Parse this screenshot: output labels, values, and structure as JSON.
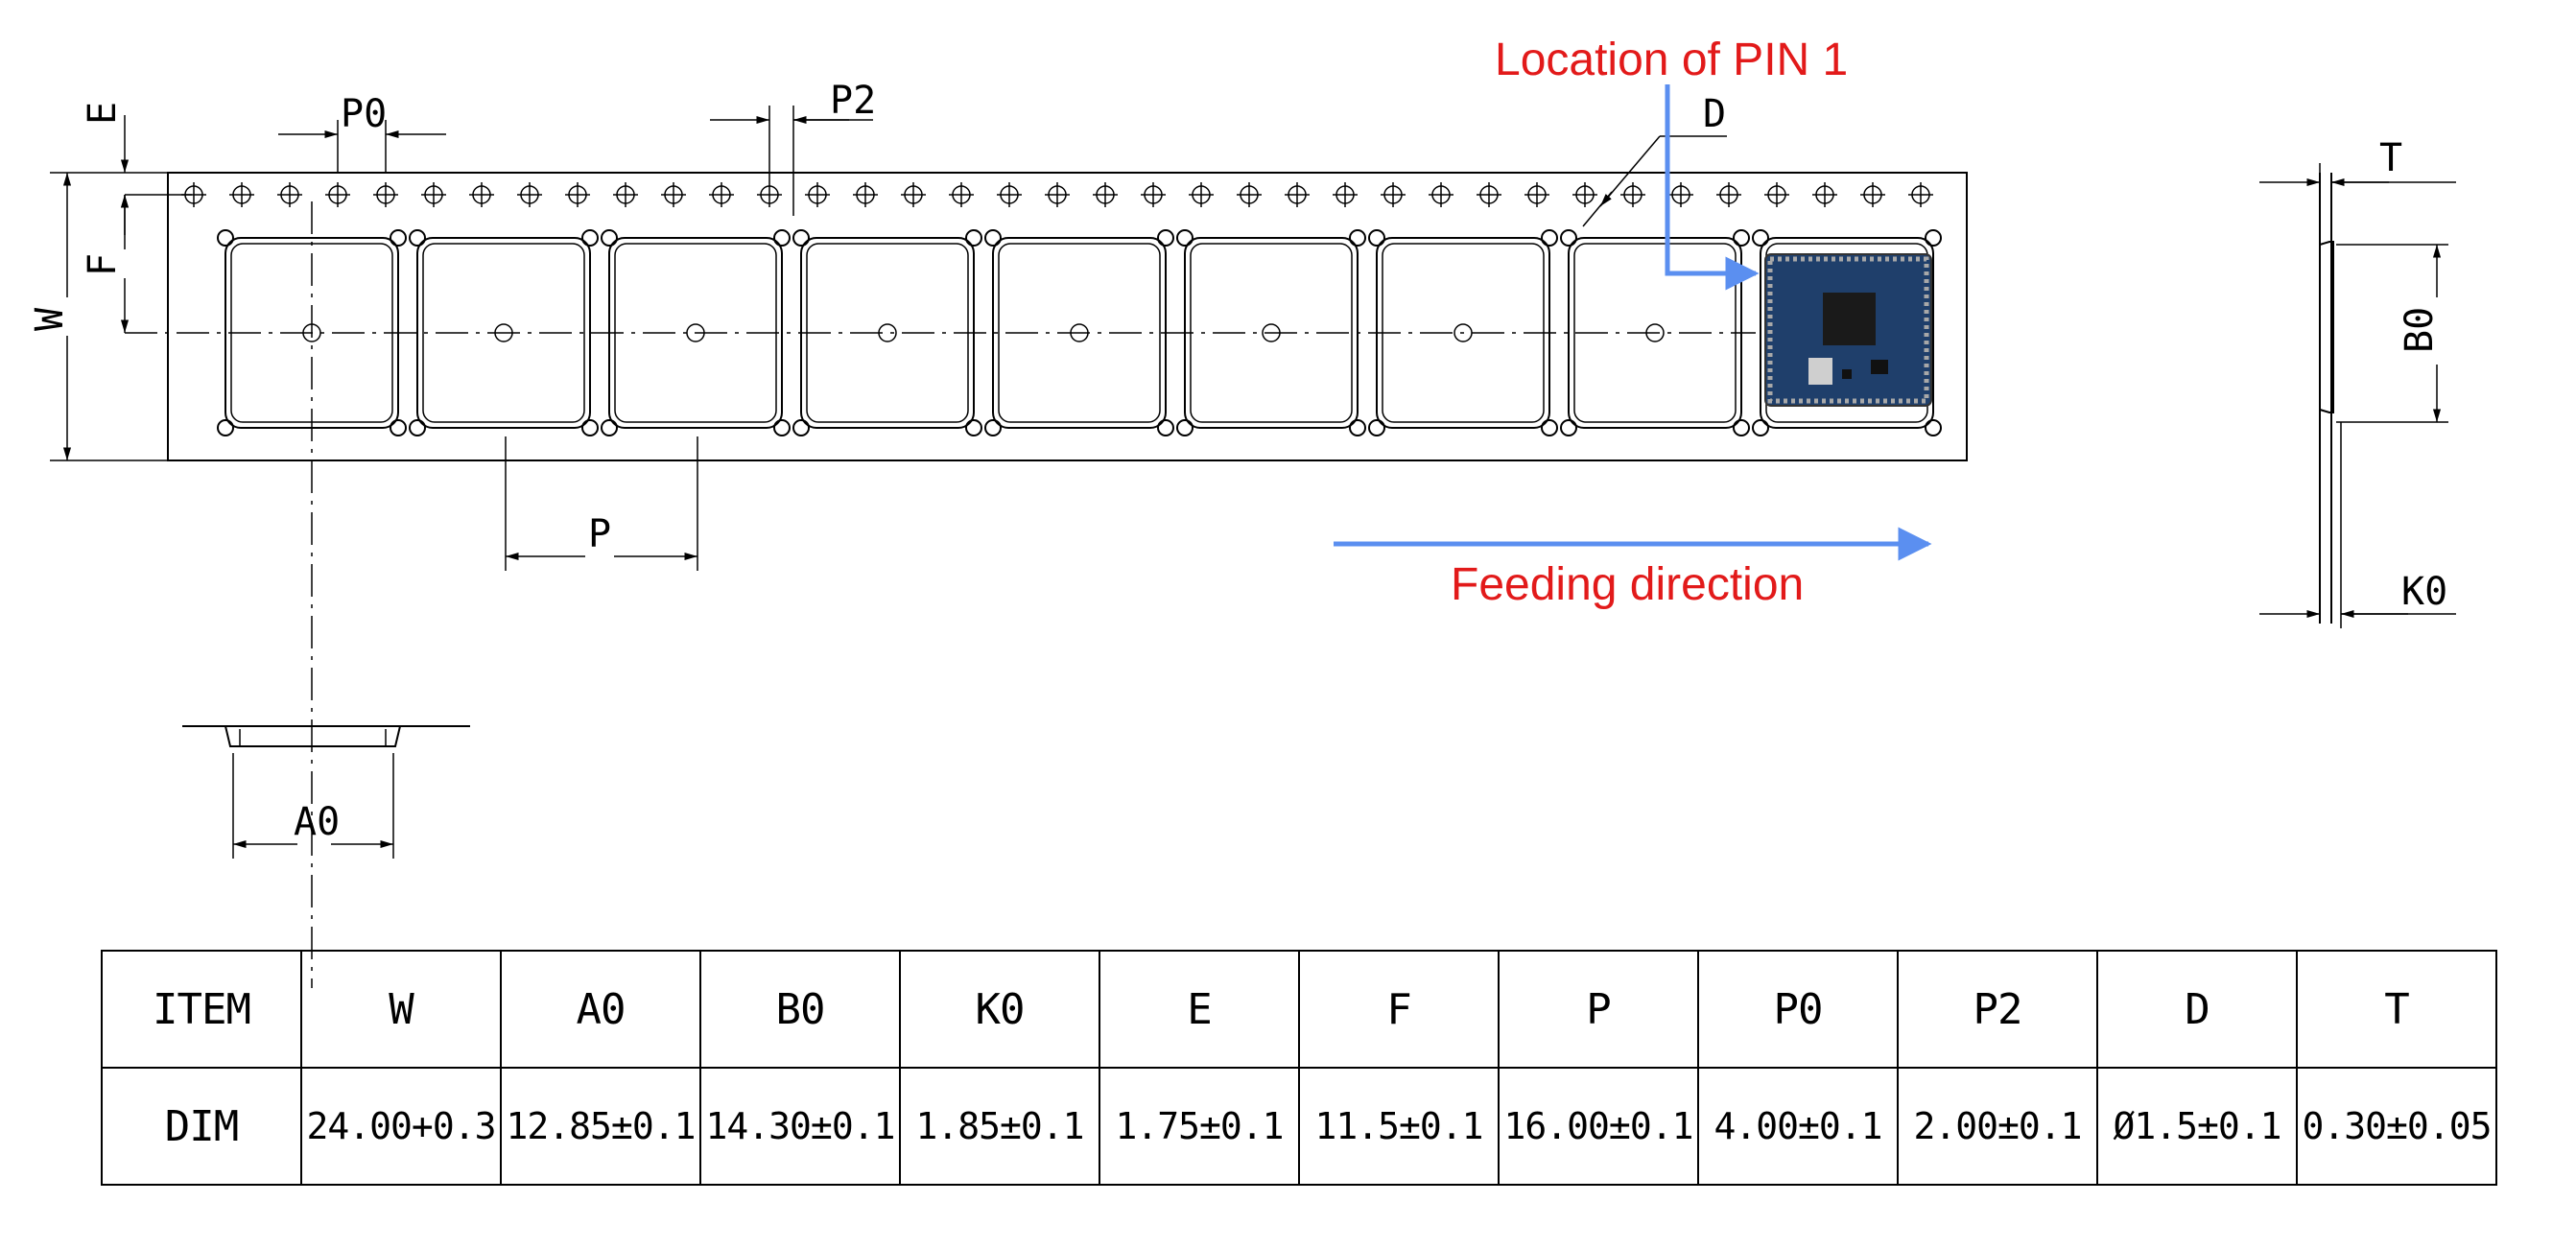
{
  "annotations": {
    "pin1_label": "Location of PIN 1",
    "feed_label": "Feeding direction"
  },
  "dimension_labels": {
    "E": "E",
    "F": "F",
    "W": "W",
    "P0": "P0",
    "P2": "P2",
    "D": "D",
    "P": "P",
    "A0": "A0",
    "T": "T",
    "B0": "B0",
    "K0": "K0"
  },
  "colors": {
    "annotation_red": "#e21a1a",
    "arrow_blue": "#5b8ff0",
    "pcb_blue": "#1f3f6b"
  },
  "table": {
    "header": [
      "ITEM",
      "W",
      "A0",
      "B0",
      "K0",
      "E",
      "F",
      "P",
      "P0",
      "P2",
      "D",
      "T"
    ],
    "row": [
      "DIM",
      "24.00+0.3",
      "12.85±0.1",
      "14.30±0.1",
      "1.85±0.1",
      "1.75±0.1",
      "11.5±0.1",
      "16.00±0.1",
      "4.00±0.1",
      "2.00±0.1",
      "Ø1.5±0.1",
      "0.30±0.05"
    ]
  }
}
